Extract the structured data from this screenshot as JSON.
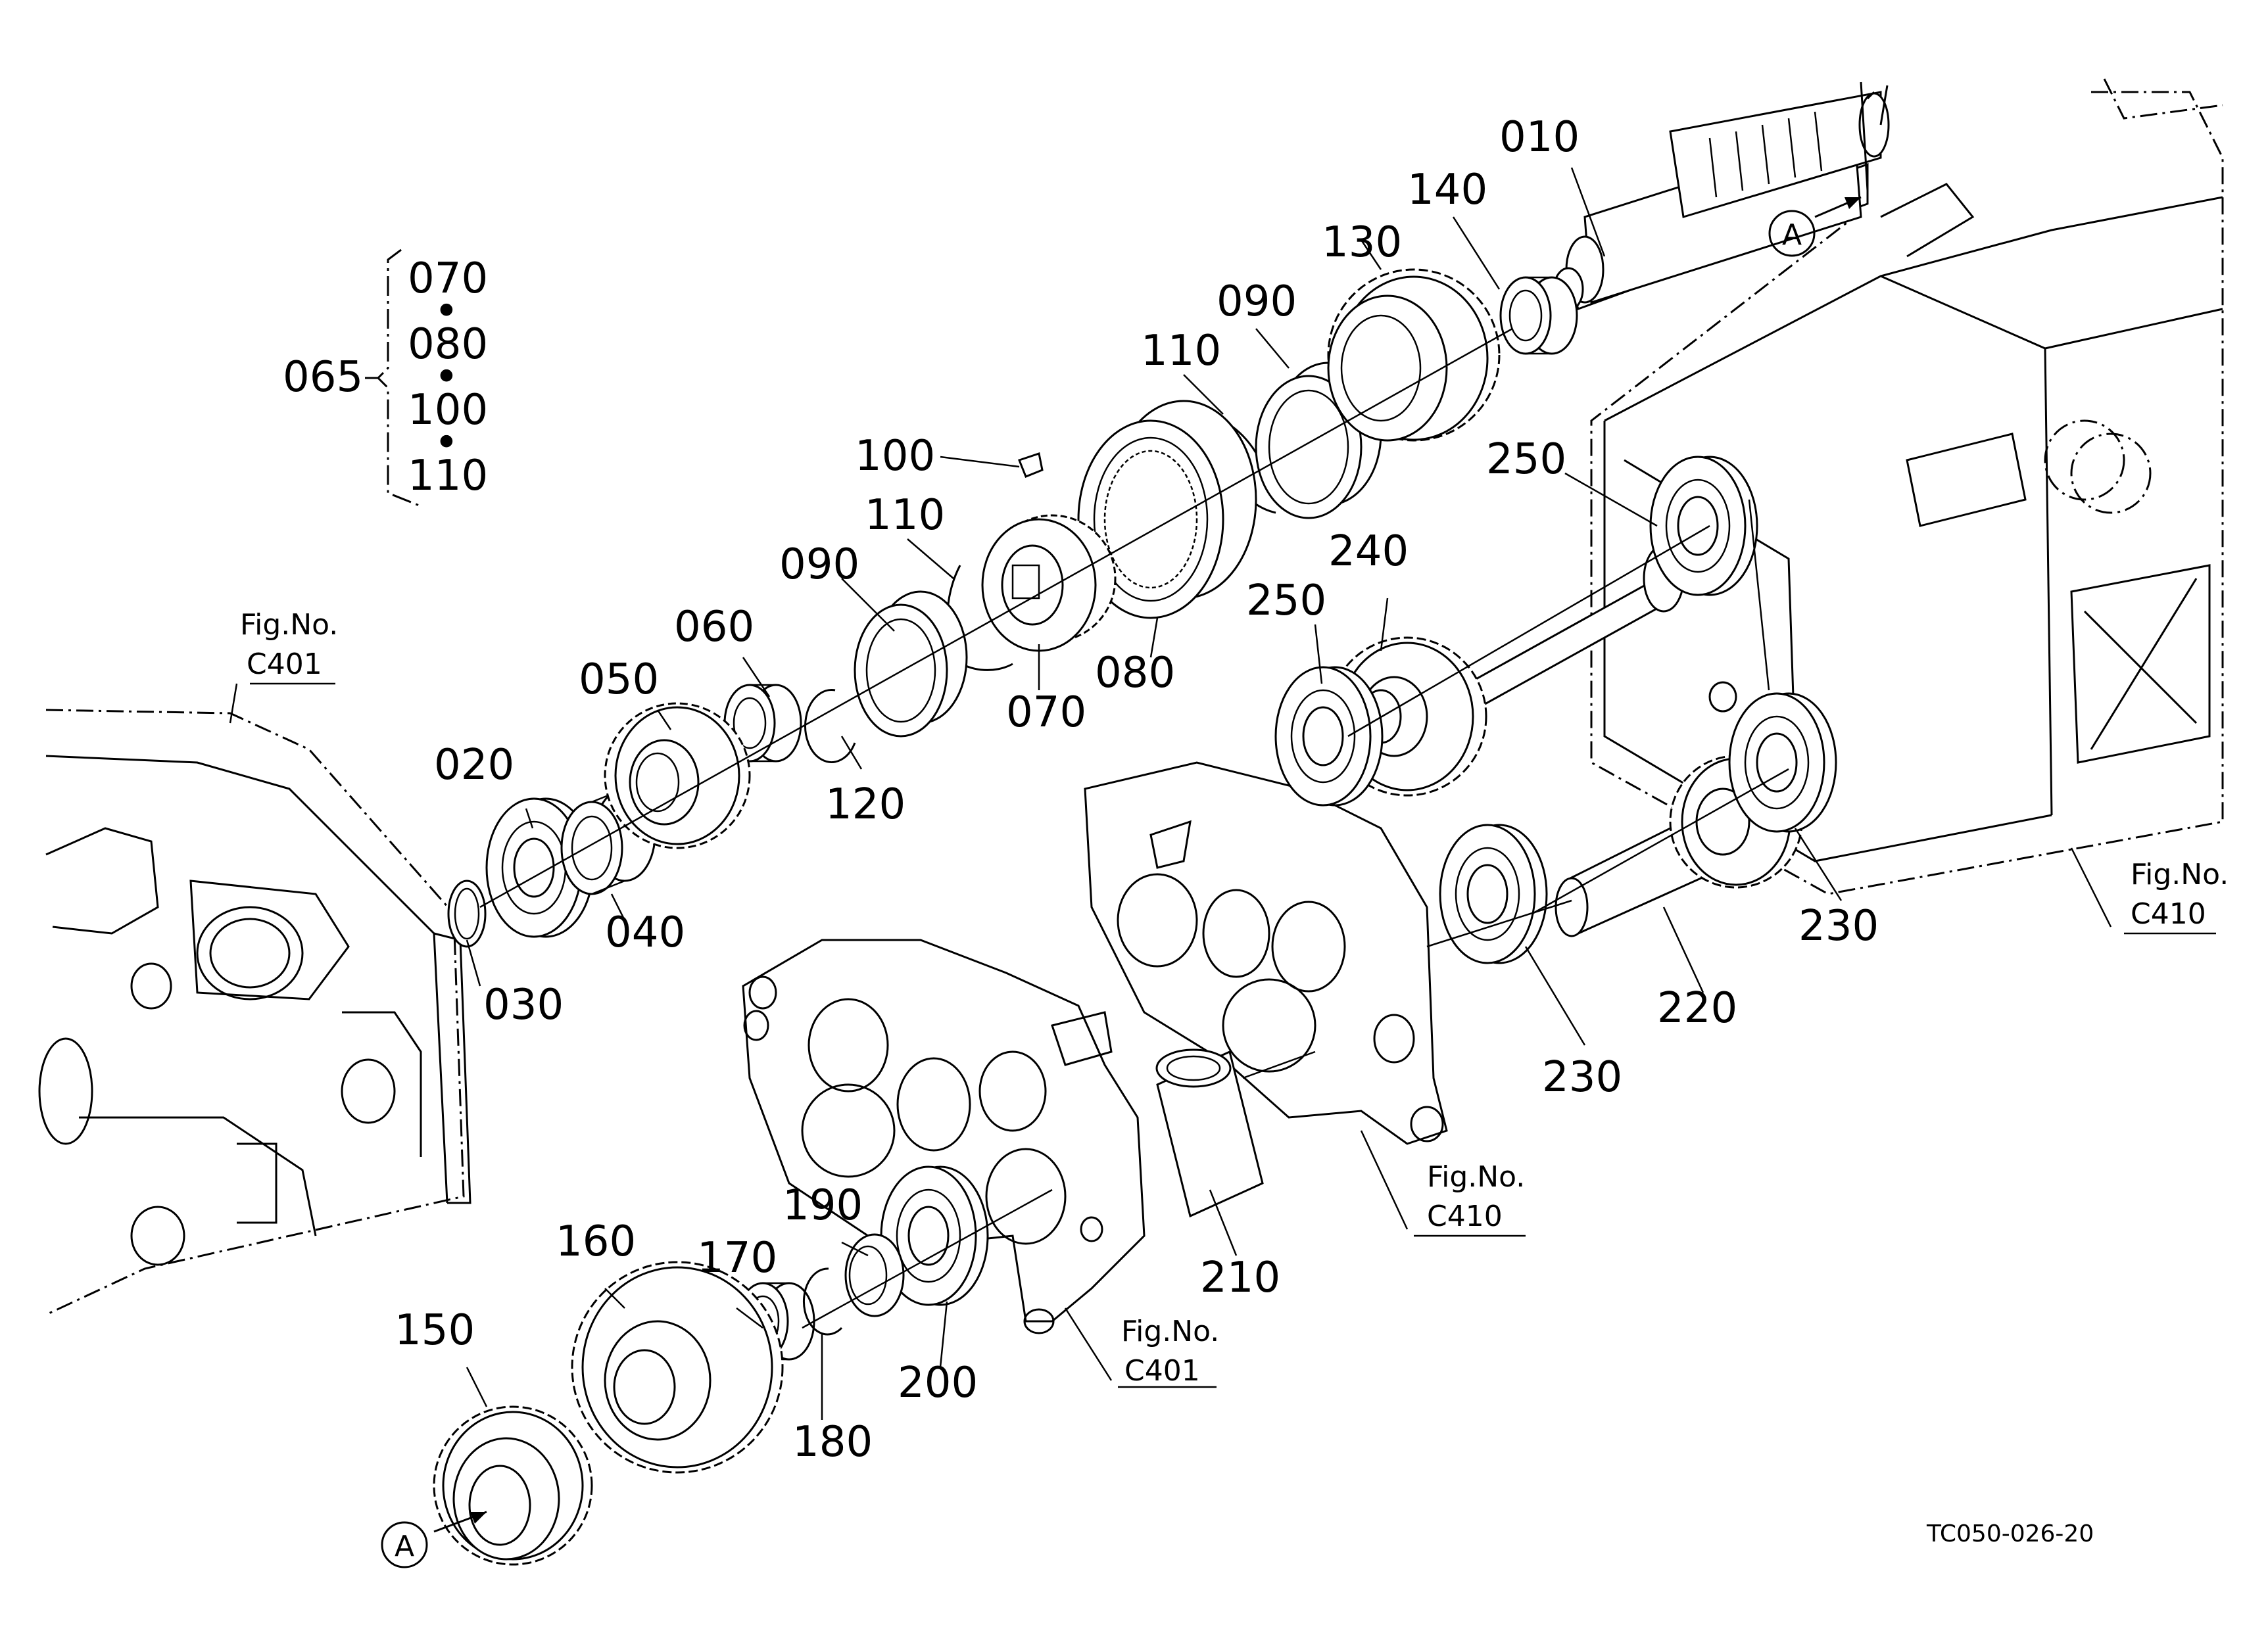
{
  "parts": {
    "p010": "010",
    "p020": "020",
    "p030": "030",
    "p040": "040",
    "p050": "050",
    "p060": "060",
    "p065": "065",
    "p070": "070",
    "p080": "080",
    "p090_upper": "090",
    "p090_lower": "090",
    "p100": "100",
    "p110_upper": "110",
    "p110_lower": "110",
    "p120": "120",
    "p130": "130",
    "p140": "140",
    "p150": "150",
    "p160": "160",
    "p170": "170",
    "p180": "180",
    "p190": "190",
    "p200": "200",
    "p210": "210",
    "p220": "220",
    "p230_upper": "230",
    "p230_lower": "230",
    "p240": "240",
    "p250_upper": "250",
    "p250_lower": "250"
  },
  "kit_065": {
    "items": [
      "070",
      "080",
      "100",
      "110"
    ],
    "separator": "•"
  },
  "figure_refs": [
    {
      "title": "Fig.No.",
      "code": "C401"
    },
    {
      "title": "Fig.No.",
      "code": "C410"
    },
    {
      "title": "Fig.No.",
      "code": "C410"
    },
    {
      "title": "Fig.No.",
      "code": "C401"
    }
  ],
  "section_mark": "A",
  "drawing_code": "TC050-026-20"
}
